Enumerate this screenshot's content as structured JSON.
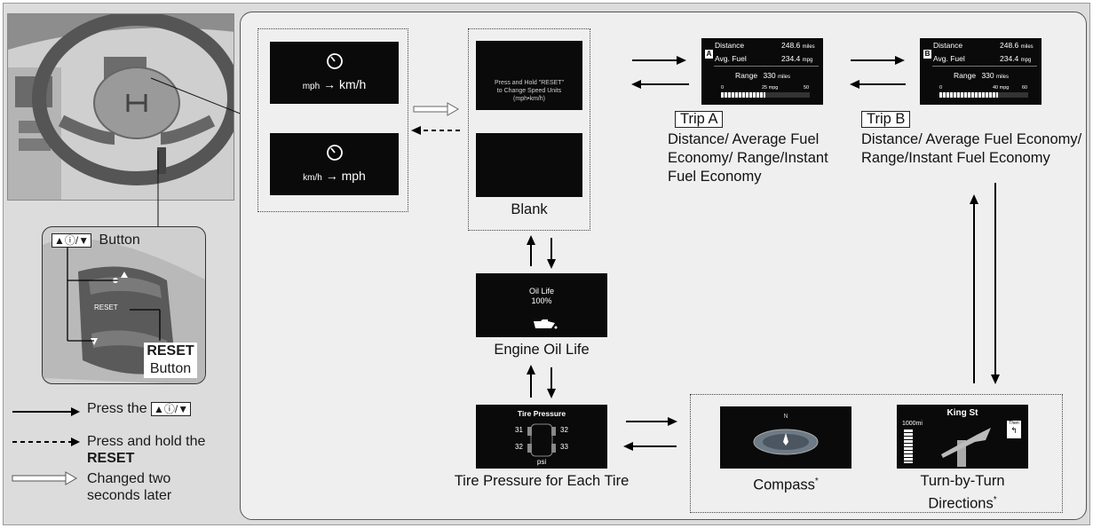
{
  "button_panel": {
    "button_key": "▲ⓘ/▼",
    "button_label": "Button",
    "reset_label": "RESET",
    "reset_button_label": "Button",
    "plate_reset": "RESET"
  },
  "legend": {
    "press_the": "Press the",
    "press_key": "▲ⓘ/▼",
    "press_hold": "Press and hold the",
    "press_hold_reset": "RESET",
    "changed": "Changed two seconds later"
  },
  "speed": {
    "mph_to_kmh_from": "mph",
    "mph_to_kmh_to": "km/h",
    "kmh_to_mph_from": "km/h",
    "kmh_to_mph_to": "mph"
  },
  "reset_screen": {
    "line1": "Press and Hold \"RESET\"",
    "line2": "to Change Speed Units",
    "line3": "(mph•km/h)",
    "blank_label": "Blank"
  },
  "trip_a": {
    "badge": "A",
    "distance_label": "Distance",
    "distance_value": "248.6",
    "distance_unit": "miles",
    "fuel_label": "Avg. Fuel",
    "fuel_value": "234.4",
    "fuel_unit": "mpg",
    "range_label": "Range",
    "range_value": "330",
    "range_unit": "miles",
    "scale_min": "0",
    "scale_mid": "25",
    "scale_unit": "mpg",
    "scale_max": "50",
    "fill_fraction": 0.5,
    "title": "Trip A",
    "desc": "Distance/ Average Fuel Economy/ Range/Instant Fuel Economy"
  },
  "trip_b": {
    "badge": "B",
    "distance_label": "Distance",
    "distance_value": "248.6",
    "distance_unit": "miles",
    "fuel_label": "Avg. Fuel",
    "fuel_value": "234.4",
    "fuel_unit": "mpg",
    "range_label": "Range",
    "range_value": "330",
    "range_unit": "miles",
    "scale_min": "0",
    "scale_mid": "40",
    "scale_unit": "mpg",
    "scale_max": "60",
    "fill_fraction": 0.66,
    "title": "Trip B",
    "desc": "Distance/ Average Fuel Economy/ Range/Instant Fuel Economy"
  },
  "oil": {
    "title": "Oil Life",
    "value": "100%",
    "label": "Engine Oil Life"
  },
  "tire": {
    "title": "Tire Pressure",
    "fl": "31",
    "fr": "32",
    "rl": "32",
    "rr": "33",
    "unit": "psi",
    "label": "Tire Pressure for Each Tire"
  },
  "compass": {
    "north": "N",
    "label": "Compass",
    "mark": "*"
  },
  "turn": {
    "street": "King St",
    "distance": "1000mi",
    "then": "Then",
    "label_line1": "Turn-by-Turn",
    "label_line2": "Directions",
    "mark": "*"
  },
  "colors": {
    "background": "#dcdcdc",
    "panel": "#efefef",
    "screen": "#0a0a0a"
  }
}
